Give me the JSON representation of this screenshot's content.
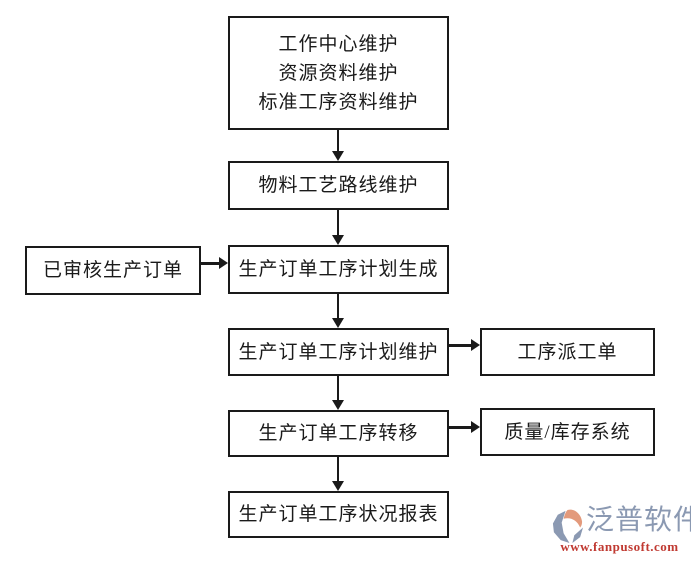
{
  "page": {
    "background_color": "#ffffff",
    "line_color": "#1a1a1a",
    "text_color": "#1a1a1a"
  },
  "flowchart": {
    "nodes": [
      {
        "id": "master-data",
        "lines": [
          "工作中心维护",
          "资源资料维护",
          "标准工序资料维护"
        ]
      },
      {
        "id": "routing",
        "label": "物料工艺路线维护"
      },
      {
        "id": "approved-order",
        "label": "已审核生产订单"
      },
      {
        "id": "plan-generate",
        "label": "生产订单工序计划生成"
      },
      {
        "id": "plan-maintain",
        "label": "生产订单工序计划维护"
      },
      {
        "id": "dispatch-order",
        "label": "工序派工单"
      },
      {
        "id": "transfer",
        "label": "生产订单工序转移"
      },
      {
        "id": "quality-inventory",
        "label": "质量/库存系统"
      },
      {
        "id": "status-report",
        "label": "生产订单工序状况报表"
      }
    ],
    "edges": [
      {
        "from": "master-data",
        "to": "routing",
        "direction": "down"
      },
      {
        "from": "routing",
        "to": "plan-generate",
        "direction": "down"
      },
      {
        "from": "approved-order",
        "to": "plan-generate",
        "direction": "right"
      },
      {
        "from": "plan-generate",
        "to": "plan-maintain",
        "direction": "down"
      },
      {
        "from": "plan-maintain",
        "to": "dispatch-order",
        "direction": "right"
      },
      {
        "from": "plan-maintain",
        "to": "transfer",
        "direction": "down"
      },
      {
        "from": "transfer",
        "to": "quality-inventory",
        "direction": "right"
      },
      {
        "from": "transfer",
        "to": "status-report",
        "direction": "down"
      }
    ]
  },
  "branding": {
    "logo_text": "泛普软件",
    "website": "www.fanpusoft.com",
    "logo_text_color": "#8b99b2",
    "logo_accent_color": "#e39a7c",
    "website_color": "#c03a32"
  }
}
